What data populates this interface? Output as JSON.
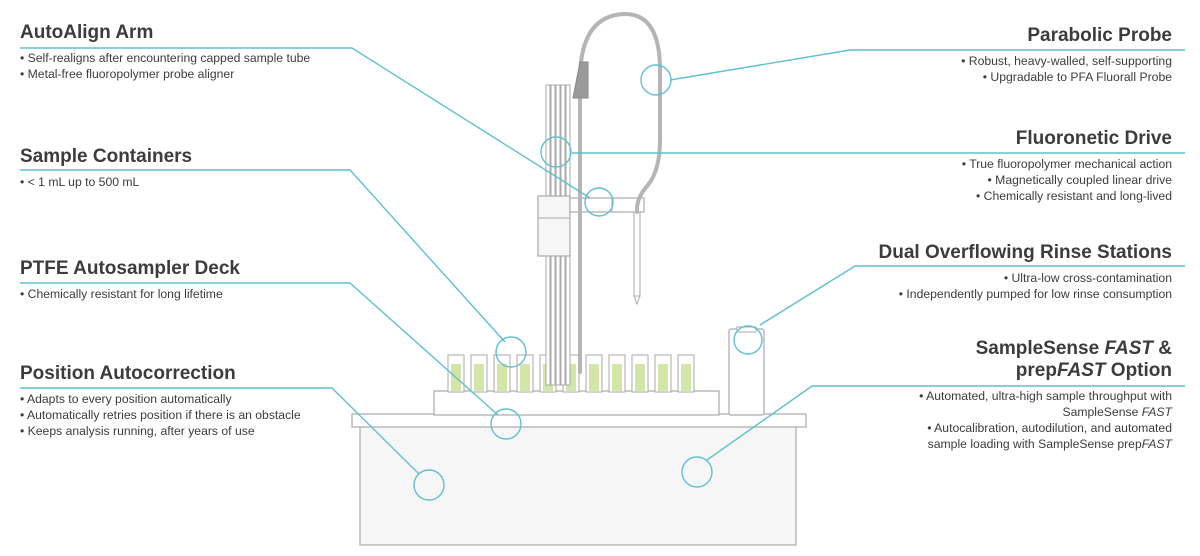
{
  "colors": {
    "leader": "#5fc0cf",
    "outline": "#aaaaaa",
    "fill": "#f6f6f6",
    "probe": "#b5b5b5",
    "liquid": "#d3e6a8",
    "text": "#3c3c3c"
  },
  "callouts": {
    "autoalign_arm": {
      "title": "AutoAlign Arm",
      "bullets": [
        "• Self-realigns after encountering capped sample tube",
        "• Metal-free fluoropolymer probe aligner"
      ]
    },
    "sample_containers": {
      "title": "Sample Containers",
      "bullets": [
        "• < 1 mL up to 500 mL"
      ]
    },
    "ptfe_deck": {
      "title": "PTFE Autosampler Deck",
      "bullets": [
        "• Chemically resistant for long lifetime"
      ]
    },
    "position_autocorrection": {
      "title": "Position Autocorrection",
      "bullets": [
        "• Adapts to every position automatically",
        "• Automatically retries position if there is an obstacle",
        "• Keeps analysis running, after years of use"
      ]
    },
    "parabolic_probe": {
      "title": "Parabolic Probe",
      "bullets": [
        "• Robust, heavy-walled, self-supporting",
        "• Upgradable to PFA Fluorall Probe"
      ]
    },
    "fluoronetic_drive": {
      "title": "Fluoronetic Drive",
      "bullets": [
        "• True fluoropolymer mechanical action",
        "• Magnetically coupled linear drive",
        "• Chemically resistant and long-lived"
      ]
    },
    "rinse_stations": {
      "title": "Dual Overflowing Rinse Stations",
      "bullets": [
        "• Ultra-low cross-contamination",
        "• Independently pumped for low rinse consumption"
      ]
    },
    "samplesense": {
      "title_parts": [
        "SampleSense ",
        "FAST",
        " &",
        "prep",
        "FAST",
        " Option"
      ],
      "bullets": [
        [
          "• Automated, ultra-high sample throughput with"
        ],
        [
          "SampleSense ",
          "FAST"
        ],
        [
          "• Autocalibration, autodilution, and automated"
        ],
        [
          "sample loading with SampleSense prep",
          "FAST"
        ]
      ]
    }
  }
}
